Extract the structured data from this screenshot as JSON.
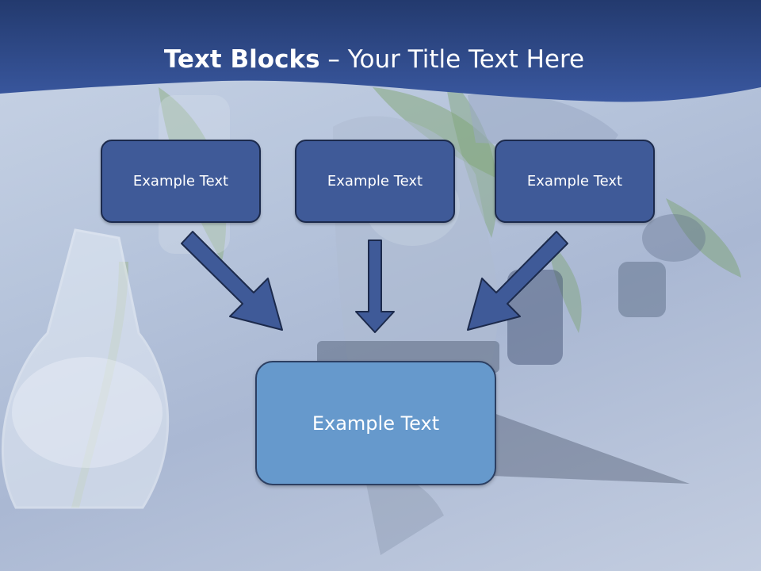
{
  "slide": {
    "title_bold": "Text Blocks",
    "title_rest": " – Your Title Text Here",
    "blocks": [
      {
        "label": "Example Text"
      },
      {
        "label": "Example Text"
      },
      {
        "label": "Example Text"
      }
    ],
    "target": {
      "label": "Example Text"
    }
  },
  "colors": {
    "header": "#2f4a86",
    "block_fill": "#3f5a98",
    "block_border": "#1c2a4c",
    "target_fill": "#6699cc",
    "arrow_fill": "#3f5a98"
  },
  "icons": {
    "arrows": [
      "arrow-down-right-icon",
      "arrow-down-icon",
      "arrow-down-left-icon"
    ]
  }
}
